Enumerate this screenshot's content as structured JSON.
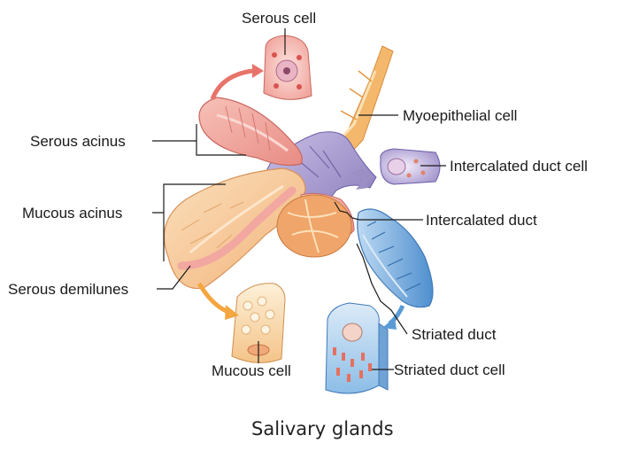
{
  "figure": {
    "caption": "Salivary glands",
    "labels": {
      "serous_cell": "Serous cell",
      "myoepithelial_cell": "Myoepithelial cell",
      "serous_acinus": "Serous acinus",
      "intercalated_duct_cell": "Intercalated duct cell",
      "mucous_acinus": "Mucous acinus",
      "intercalated_duct": "Intercalated duct",
      "serous_demilunes": "Serous demilunes",
      "striated_duct": "Striated duct",
      "mucous_cell": "Mucous cell",
      "striated_duct_cell": "Striated duct cell"
    }
  },
  "colors": {
    "serous_pink": "#f2a7a0",
    "mucous_peach": "#f7c99a",
    "duct_purple": "#9b8fc4",
    "striated_blue": "#7fb3e0",
    "myoepithelial_orange": "#f0a050",
    "arrow_serous": "#e8736a",
    "arrow_mucous": "#f4a640",
    "arrow_striated": "#5b9bd5"
  }
}
